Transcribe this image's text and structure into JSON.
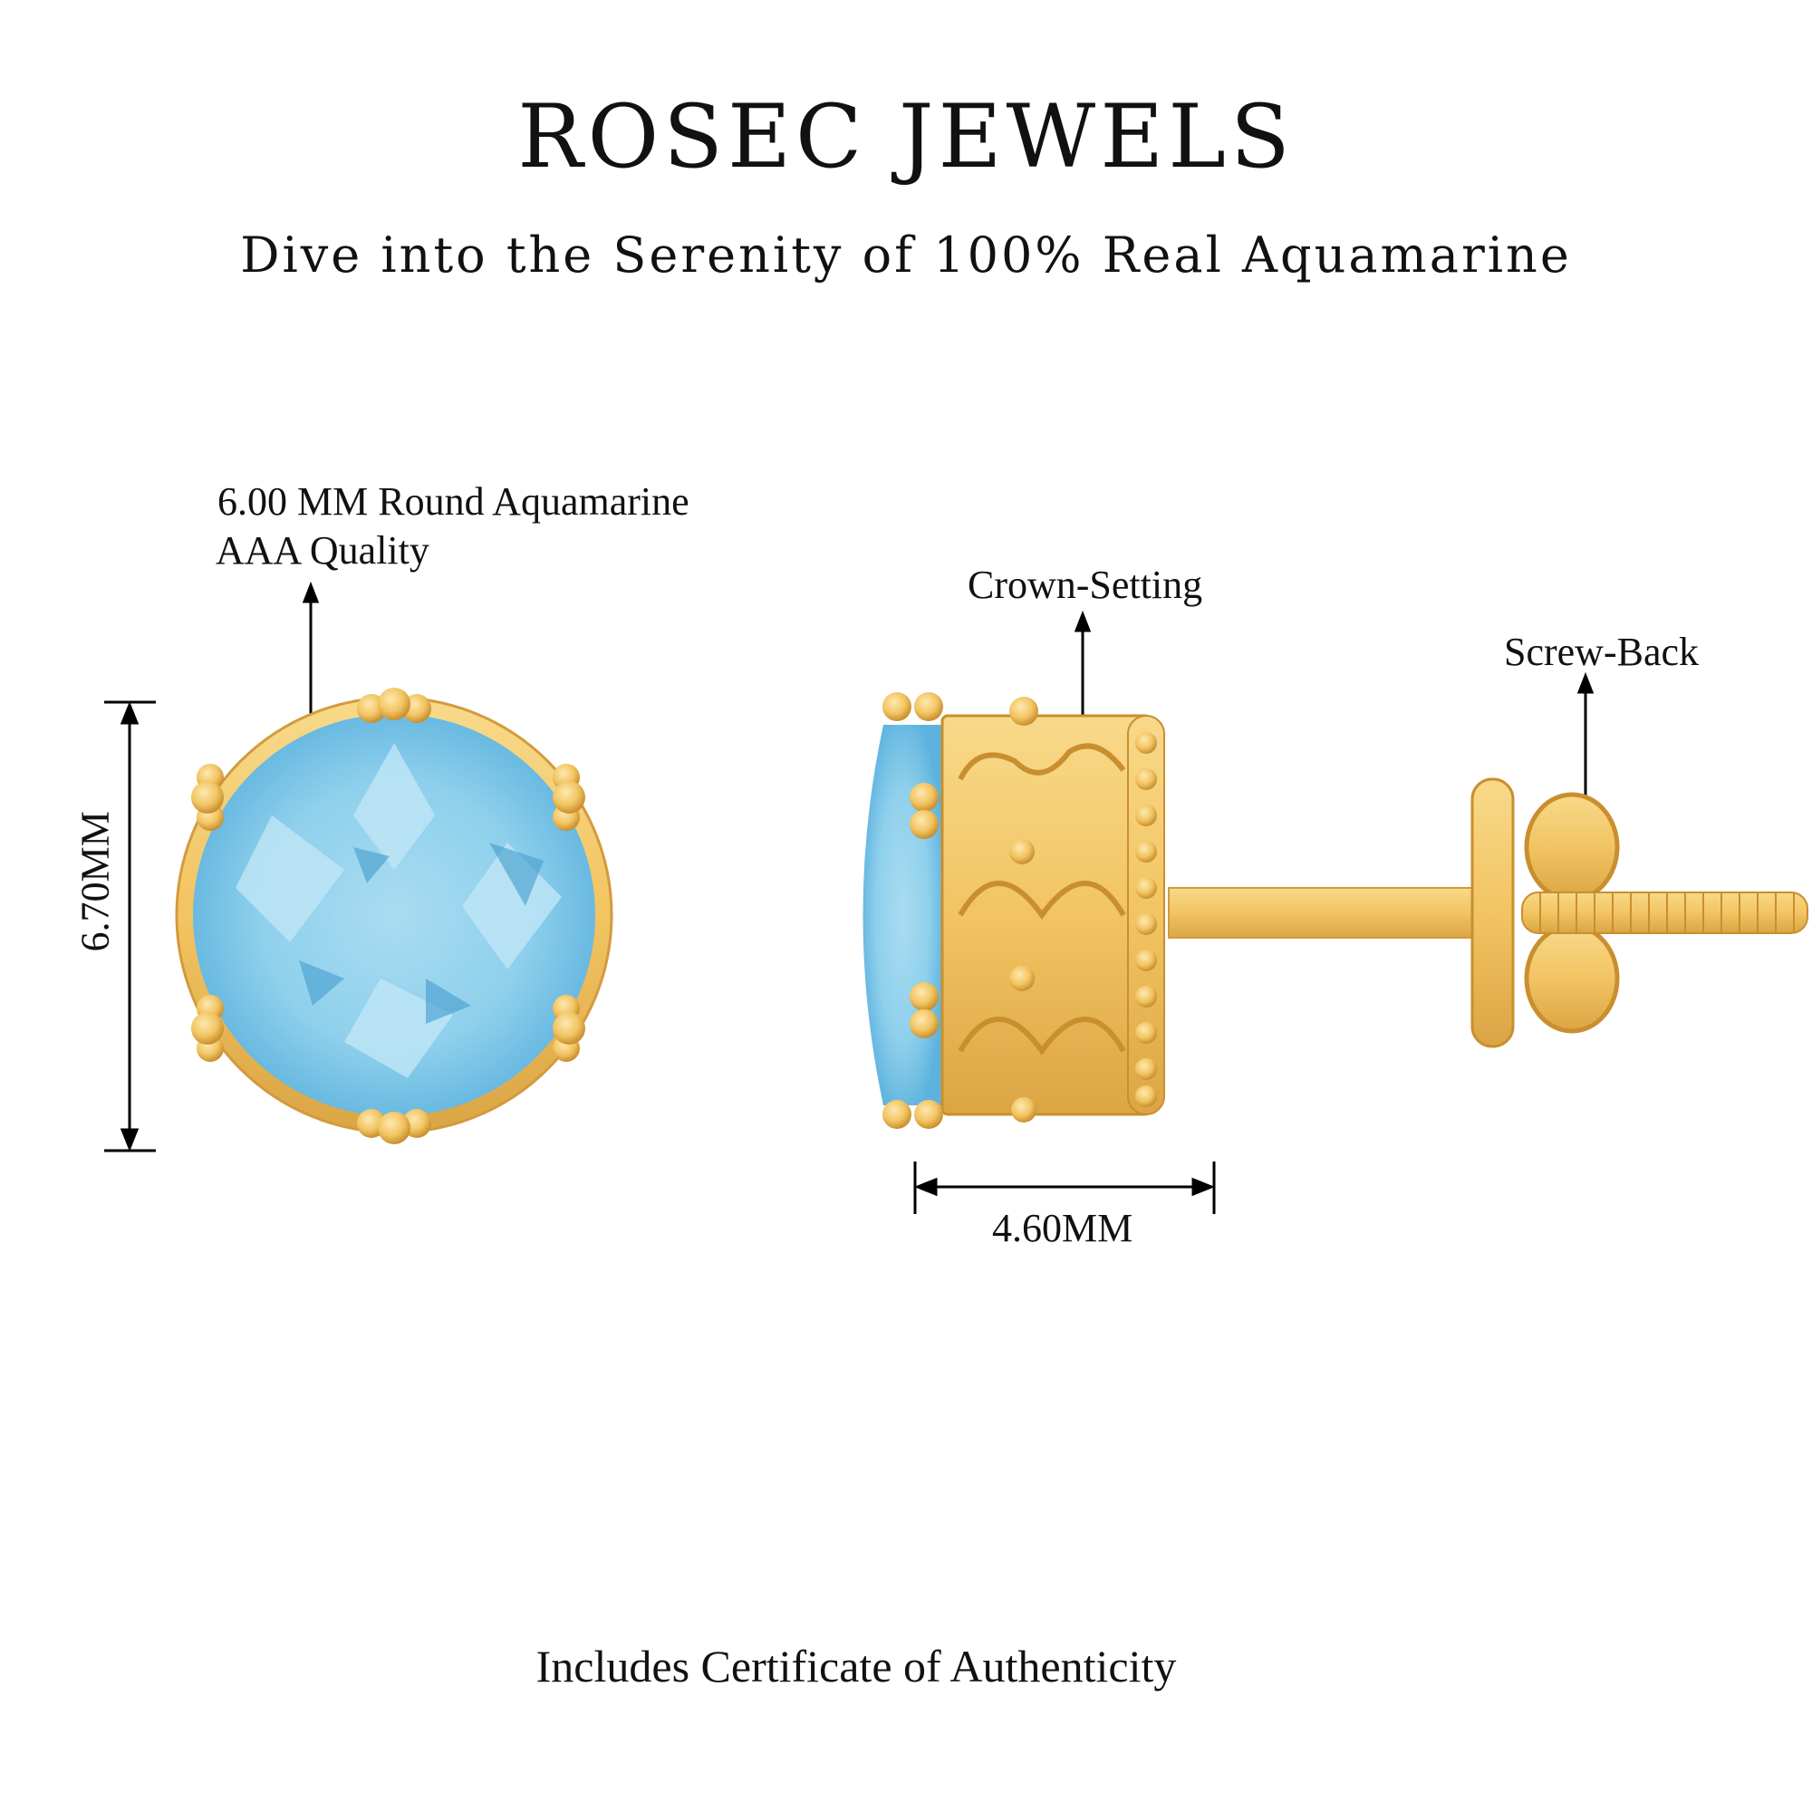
{
  "header": {
    "brand": "ROSEC JEWELS",
    "tagline": "Dive into the Serenity of 100% Real Aquamarine"
  },
  "front_view": {
    "stone_label": "6.00 MM Round Aquamarine",
    "quality_label": "AAA Quality",
    "height_dimension": "6.70MM"
  },
  "side_view": {
    "setting_label": "Crown-Setting",
    "back_label": "Screw-Back",
    "width_dimension": "4.60MM"
  },
  "footer": {
    "note": "Includes Certificate of Authenticity"
  },
  "colors": {
    "gold": "#f2c462",
    "gold_dark": "#d9a13f",
    "stone": "#8fd0ec",
    "stone_dark": "#4b9fd0"
  }
}
